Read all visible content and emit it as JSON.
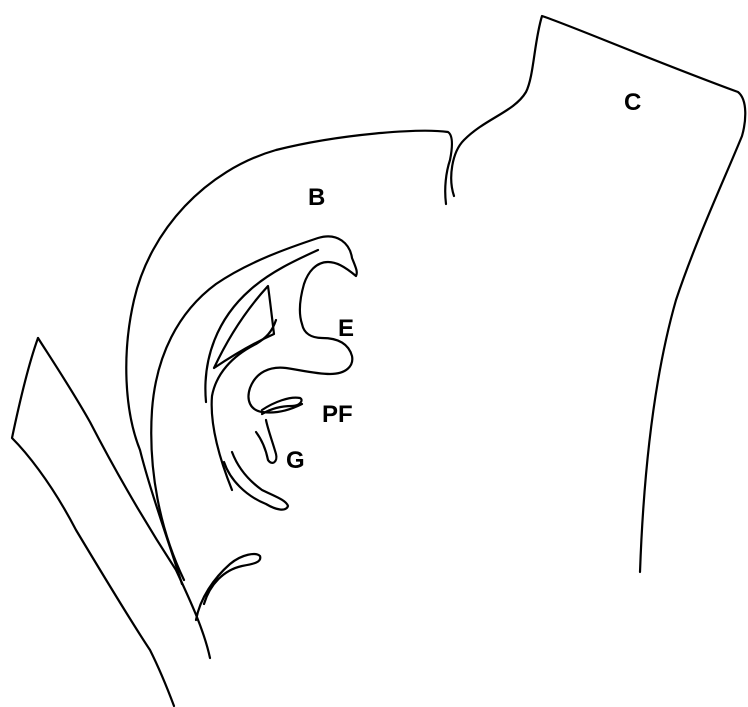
{
  "labels": {
    "b": "B",
    "c": "C",
    "e": "E",
    "pf": "PF",
    "g": "G"
  },
  "colors": {
    "stroke": "#000000",
    "background": "#ffffff"
  }
}
